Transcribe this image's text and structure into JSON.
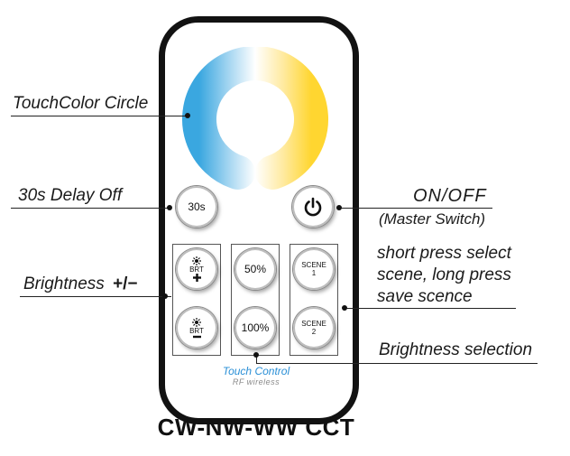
{
  "callouts": {
    "touchcolor": "TouchColor Circle",
    "delay": "30s  Delay  Off",
    "onoff": "ON/OFF",
    "master": "(Master Switch)",
    "brightness_prefix": "Brightness",
    "brightness_suffix": "+/−",
    "scene_line1": "short press select",
    "scene_line2": "scene, long press",
    "scene_line3": "save  scence",
    "brightness_selection": "Brightness selection"
  },
  "buttons": {
    "delay": "30s",
    "brt_up": "BRT",
    "brt_down": "BRT",
    "pct50": "50%",
    "pct100": "100%",
    "scene1_label": "SCENE",
    "scene1_num": "1",
    "scene2_label": "SCENE",
    "scene2_num": "2"
  },
  "brand": {
    "line1": "Touch  Control",
    "line2": "RF wireless"
  },
  "title": "CW-NW-WW CCT",
  "icons": [
    "power-icon",
    "sun-icon",
    "plus-icon",
    "minus-icon"
  ],
  "colors": {
    "cool_white": "#3aa7e0",
    "neutral_white": "#ffffff",
    "warm_white": "#ffd93a",
    "brand_blue": "#2a8fd6"
  }
}
